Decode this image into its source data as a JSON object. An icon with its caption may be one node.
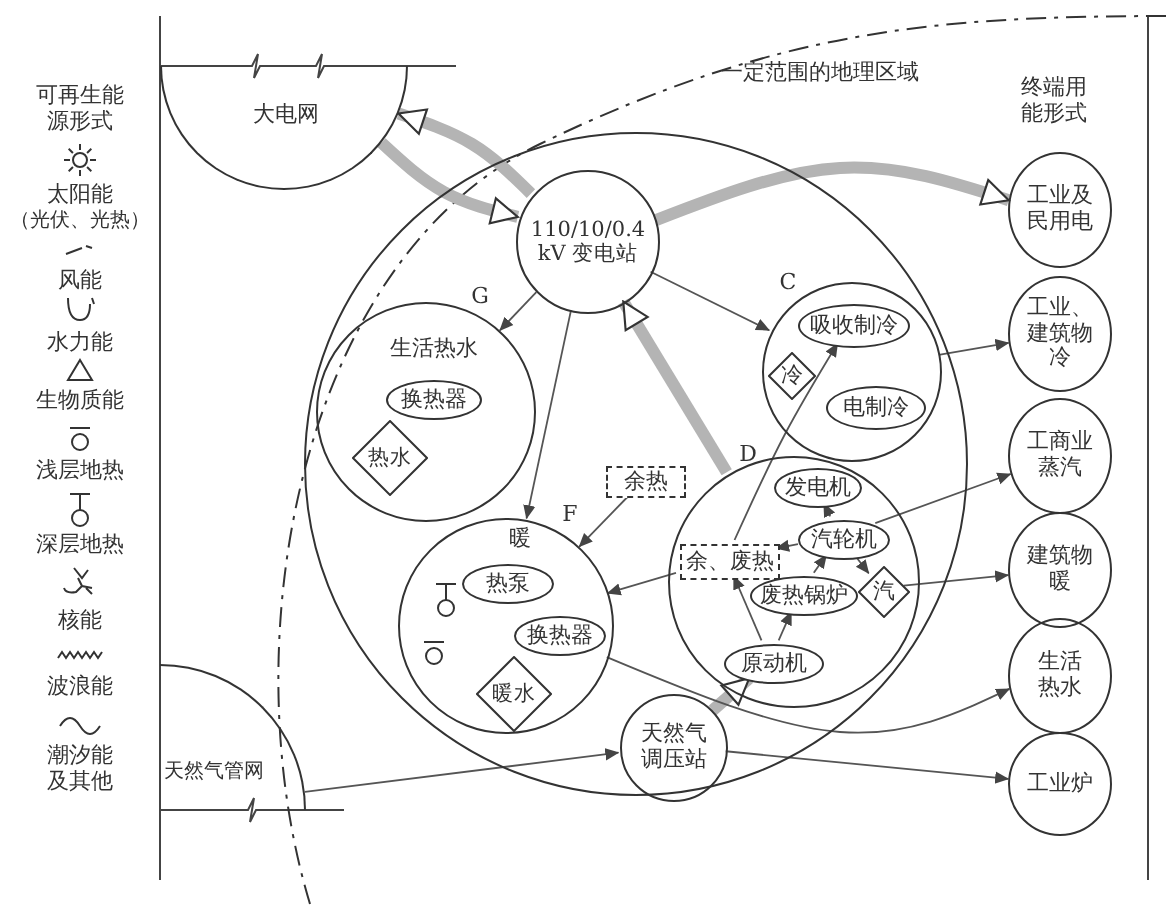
{
  "diagram": {
    "nodes": [
      {
        "text": [
          "大电网"
        ]
      },
      {
        "text": [
          "天然气管网"
        ]
      },
      {
        "text": [],
        "shape": "circle"
      },
      {
        "text": [
          "110/10/0.4 kV 变电站"
        ],
        "in": 2
      },
      {
        "text": [
          "G",
          "生活热水"
        ],
        "in": 2
      },
      {
        "text": [
          "换热器"
        ],
        "in": 4
      },
      {
        "text": [
          "热水"
        ],
        "in": 4
      },
      {
        "text": [
          "C"
        ],
        "in": 2
      },
      {
        "text": [
          "吸收制冷"
        ],
        "in": 7
      },
      {
        "text": [
          "冷"
        ],
        "in": 7
      },
      {
        "text": [
          "电制冷"
        ],
        "in": 7
      },
      {
        "text": [
          "F",
          "暖"
        ],
        "in": 2
      },
      {
        "text": [
          "热泵"
        ],
        "in": 11
      },
      {
        "text": [
          "换热器"
        ],
        "in": 11
      },
      {
        "text": [
          "暖水"
        ],
        "in": 11
      },
      {
        "text": [
          "D"
        ],
        "in": 2
      },
      {
        "text": [
          "发电机"
        ],
        "in": 15
      },
      {
        "text": [
          "汽轮机"
        ],
        "in": 15
      },
      {
        "text": [
          "余、废热"
        ],
        "in": 15
      },
      {
        "text": [
          "废热锅炉"
        ],
        "in": 15
      },
      {
        "text": [
          "汽"
        ],
        "in": 15
      },
      {
        "text": [
          "原动机"
        ],
        "in": 15
      },
      {
        "text": [
          "余热"
        ],
        "in": 2
      },
      {
        "text": [
          "天然气调压站"
        ],
        "in": 2
      },
      {
        "text": [
          "工业及民用电"
        ]
      },
      {
        "text": [
          "工业、建筑物冷"
        ]
      },
      {
        "text": [
          "工商业蒸汽"
        ]
      },
      {
        "text": [
          "建筑物暖"
        ]
      },
      {
        "text": [
          "生活热水"
        ]
      },
      {
        "text": [
          "工业炉"
        ]
      }
    ],
    "edges": [
      {
        "from": 0,
        "to": 3,
        "arrow": "to",
        "style": "thick",
        "color": "#b4b4b4"
      },
      {
        "from": 3,
        "to": 0,
        "arrow": "to",
        "style": "thick",
        "color": "#b4b4b4"
      },
      {
        "from": 3,
        "to": 24,
        "arrow": "to",
        "style": "thick",
        "color": "#b4b4b4"
      },
      {
        "from": 15,
        "to": 3,
        "arrow": "to",
        "style": "thick",
        "color": "#b4b4b4"
      },
      {
        "from": 23,
        "to": 21,
        "arrow": "to",
        "style": "thick",
        "color": "#b4b4b4"
      },
      {
        "from": 1,
        "to": 23,
        "arrow": "to"
      },
      {
        "from": 23,
        "to": 29,
        "arrow": "to"
      },
      {
        "from": 3,
        "to": 7,
        "arrow": "to"
      },
      {
        "from": 3,
        "to": 4,
        "arrow": "to"
      },
      {
        "from": 3,
        "to": 11,
        "arrow": "to"
      },
      {
        "from": 7,
        "to": 25,
        "arrow": "to"
      },
      {
        "from": 17,
        "to": 26,
        "arrow": "to"
      },
      {
        "from": 20,
        "to": 27,
        "arrow": "to"
      },
      {
        "from": 11,
        "to": 28,
        "arrow": "to"
      },
      {
        "from": 22,
        "to": 11,
        "arrow": "to"
      },
      {
        "from": 18,
        "to": 11,
        "arrow": "to"
      },
      {
        "from": 18,
        "to": 8,
        "arrow": "to"
      },
      {
        "from": 17,
        "to": 18,
        "arrow": "to"
      },
      {
        "from": 19,
        "to": 17,
        "arrow": "to"
      },
      {
        "from": 21,
        "to": 19,
        "arrow": "to"
      },
      {
        "from": 21,
        "to": 18,
        "arrow": "to"
      },
      {
        "from": 17,
        "to": 16,
        "arrow": "to"
      },
      {
        "from": 17,
        "to": 20,
        "arrow": "to"
      }
    ],
    "labels": [
      "可再生能源形式",
      "一定范围的地理区域",
      "终端用能形式",
      "太阳能",
      "（光伏、光热）",
      "风能",
      "水力能",
      "生物质能",
      "浅层地热",
      "深层地热",
      "核能",
      "波浪能",
      "潮汐能及其他"
    ]
  }
}
